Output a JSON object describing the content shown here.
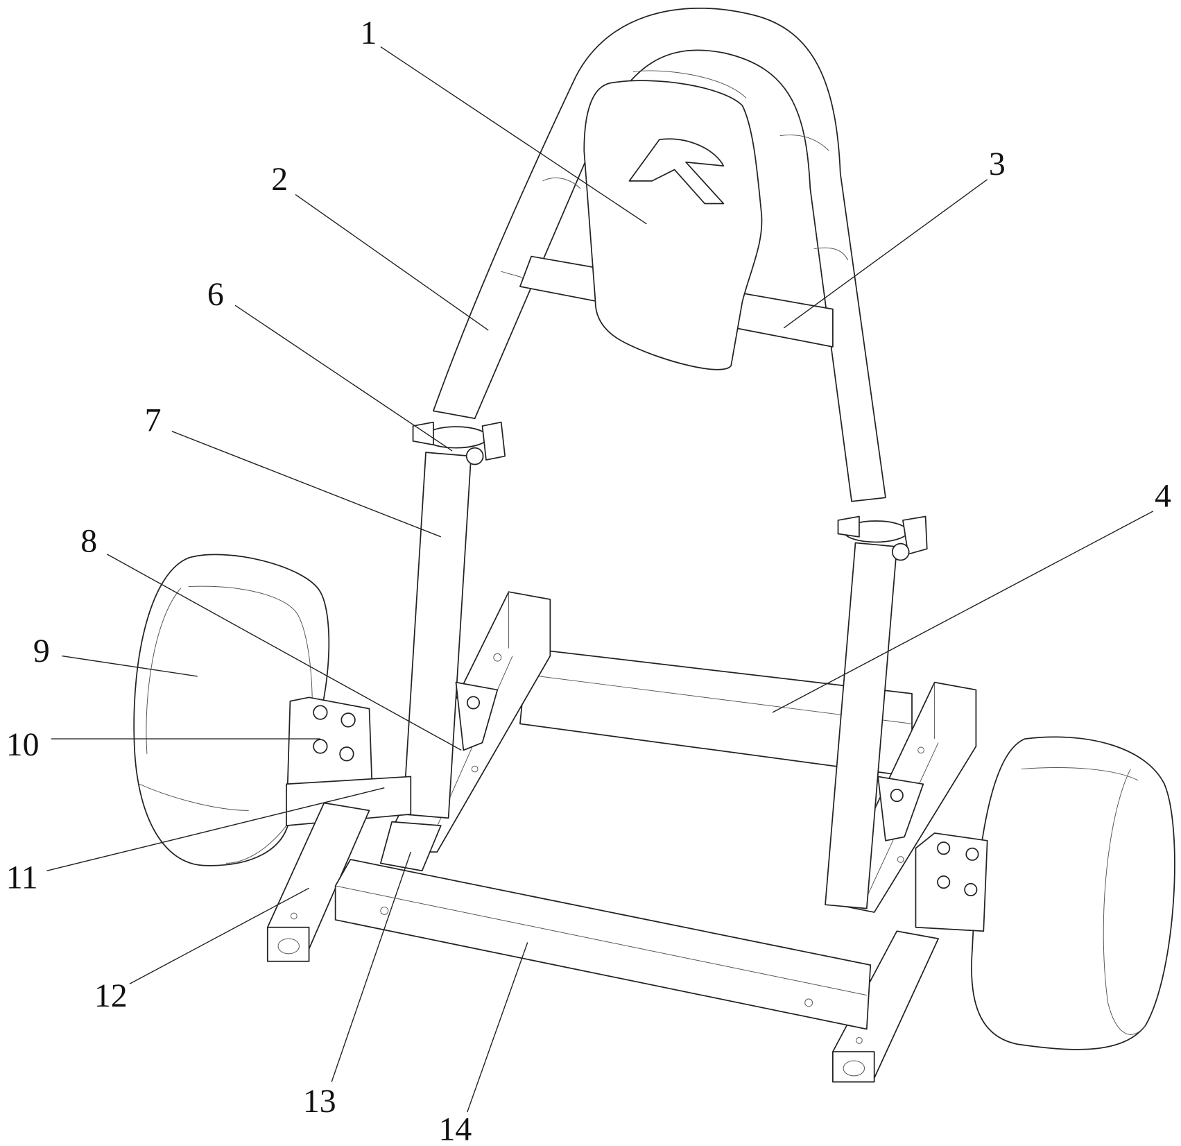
{
  "figure": {
    "labels": [
      "1",
      "2",
      "3",
      "4",
      "6",
      "7",
      "8",
      "9",
      "10",
      "11",
      "12",
      "13",
      "14"
    ]
  }
}
